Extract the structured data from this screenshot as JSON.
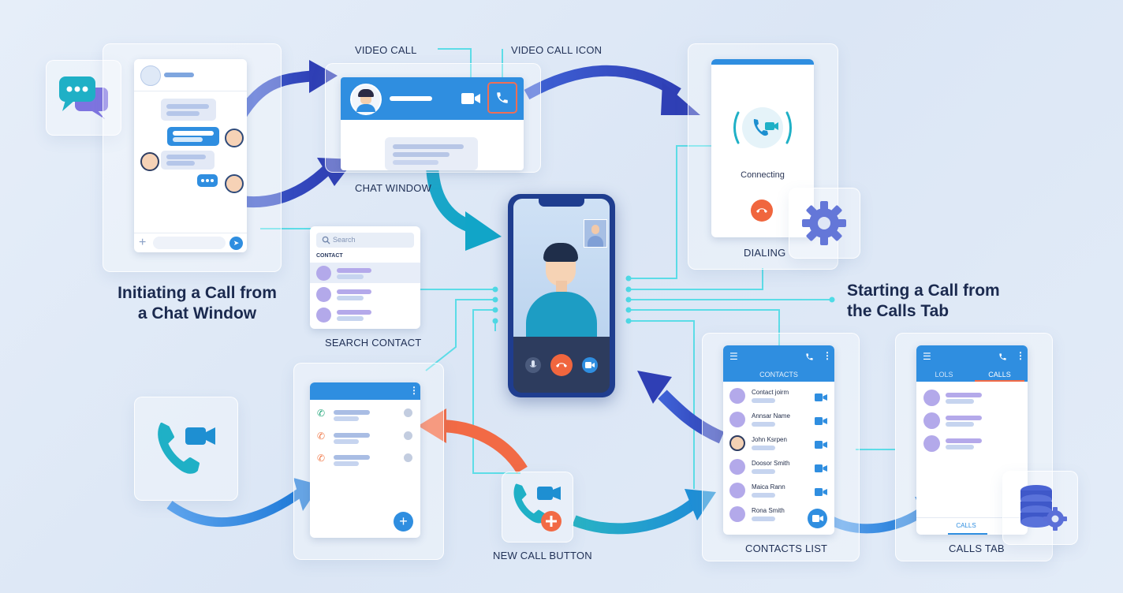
{
  "labels": {
    "video_call": "VIDEO CALL",
    "video_call_icon": "VIDEO CALL ICON",
    "chat_window": "CHAT WINDOW",
    "dialing": "DIALING",
    "search_contact": "SEARCH CONTACT",
    "new_call_button": "NEW CALL BUTTON",
    "contacts_list": "CONTACTS LIST",
    "calls_tab": "CALLS TAB"
  },
  "headings": {
    "left_line1": "Initiating a Call from",
    "left_line2": "a Chat Window",
    "right_line1": "Starting a Call from",
    "right_line2": "the Calls Tab"
  },
  "dialing_screen": {
    "status": "Connecting"
  },
  "search_panel": {
    "placeholder": "Search",
    "section": "CONTACT"
  },
  "contacts_screen": {
    "header": "CONTACTS",
    "contacts": [
      "Contact joirm",
      "Annsar Name",
      "John Ksrpen",
      "Doosor Smith",
      "Maica Rann",
      "Rona Smith"
    ]
  },
  "calls_screen": {
    "tabs": [
      "LOLS",
      "CALLS"
    ],
    "bottom_tab": "CALLS"
  },
  "icons": {
    "chat": "chat-bubbles-icon",
    "phone": "phone-icon",
    "video": "video-camera-icon",
    "settings": "gear-icon",
    "database": "database-icon"
  },
  "colors": {
    "primary": "#2f8ee0",
    "accent_teal": "#20b5c9",
    "arrow_indigo": "#3b4fc4",
    "arrow_orange": "#f26a45",
    "end_call": "#f0663e",
    "connector": "#4fdbe6"
  }
}
